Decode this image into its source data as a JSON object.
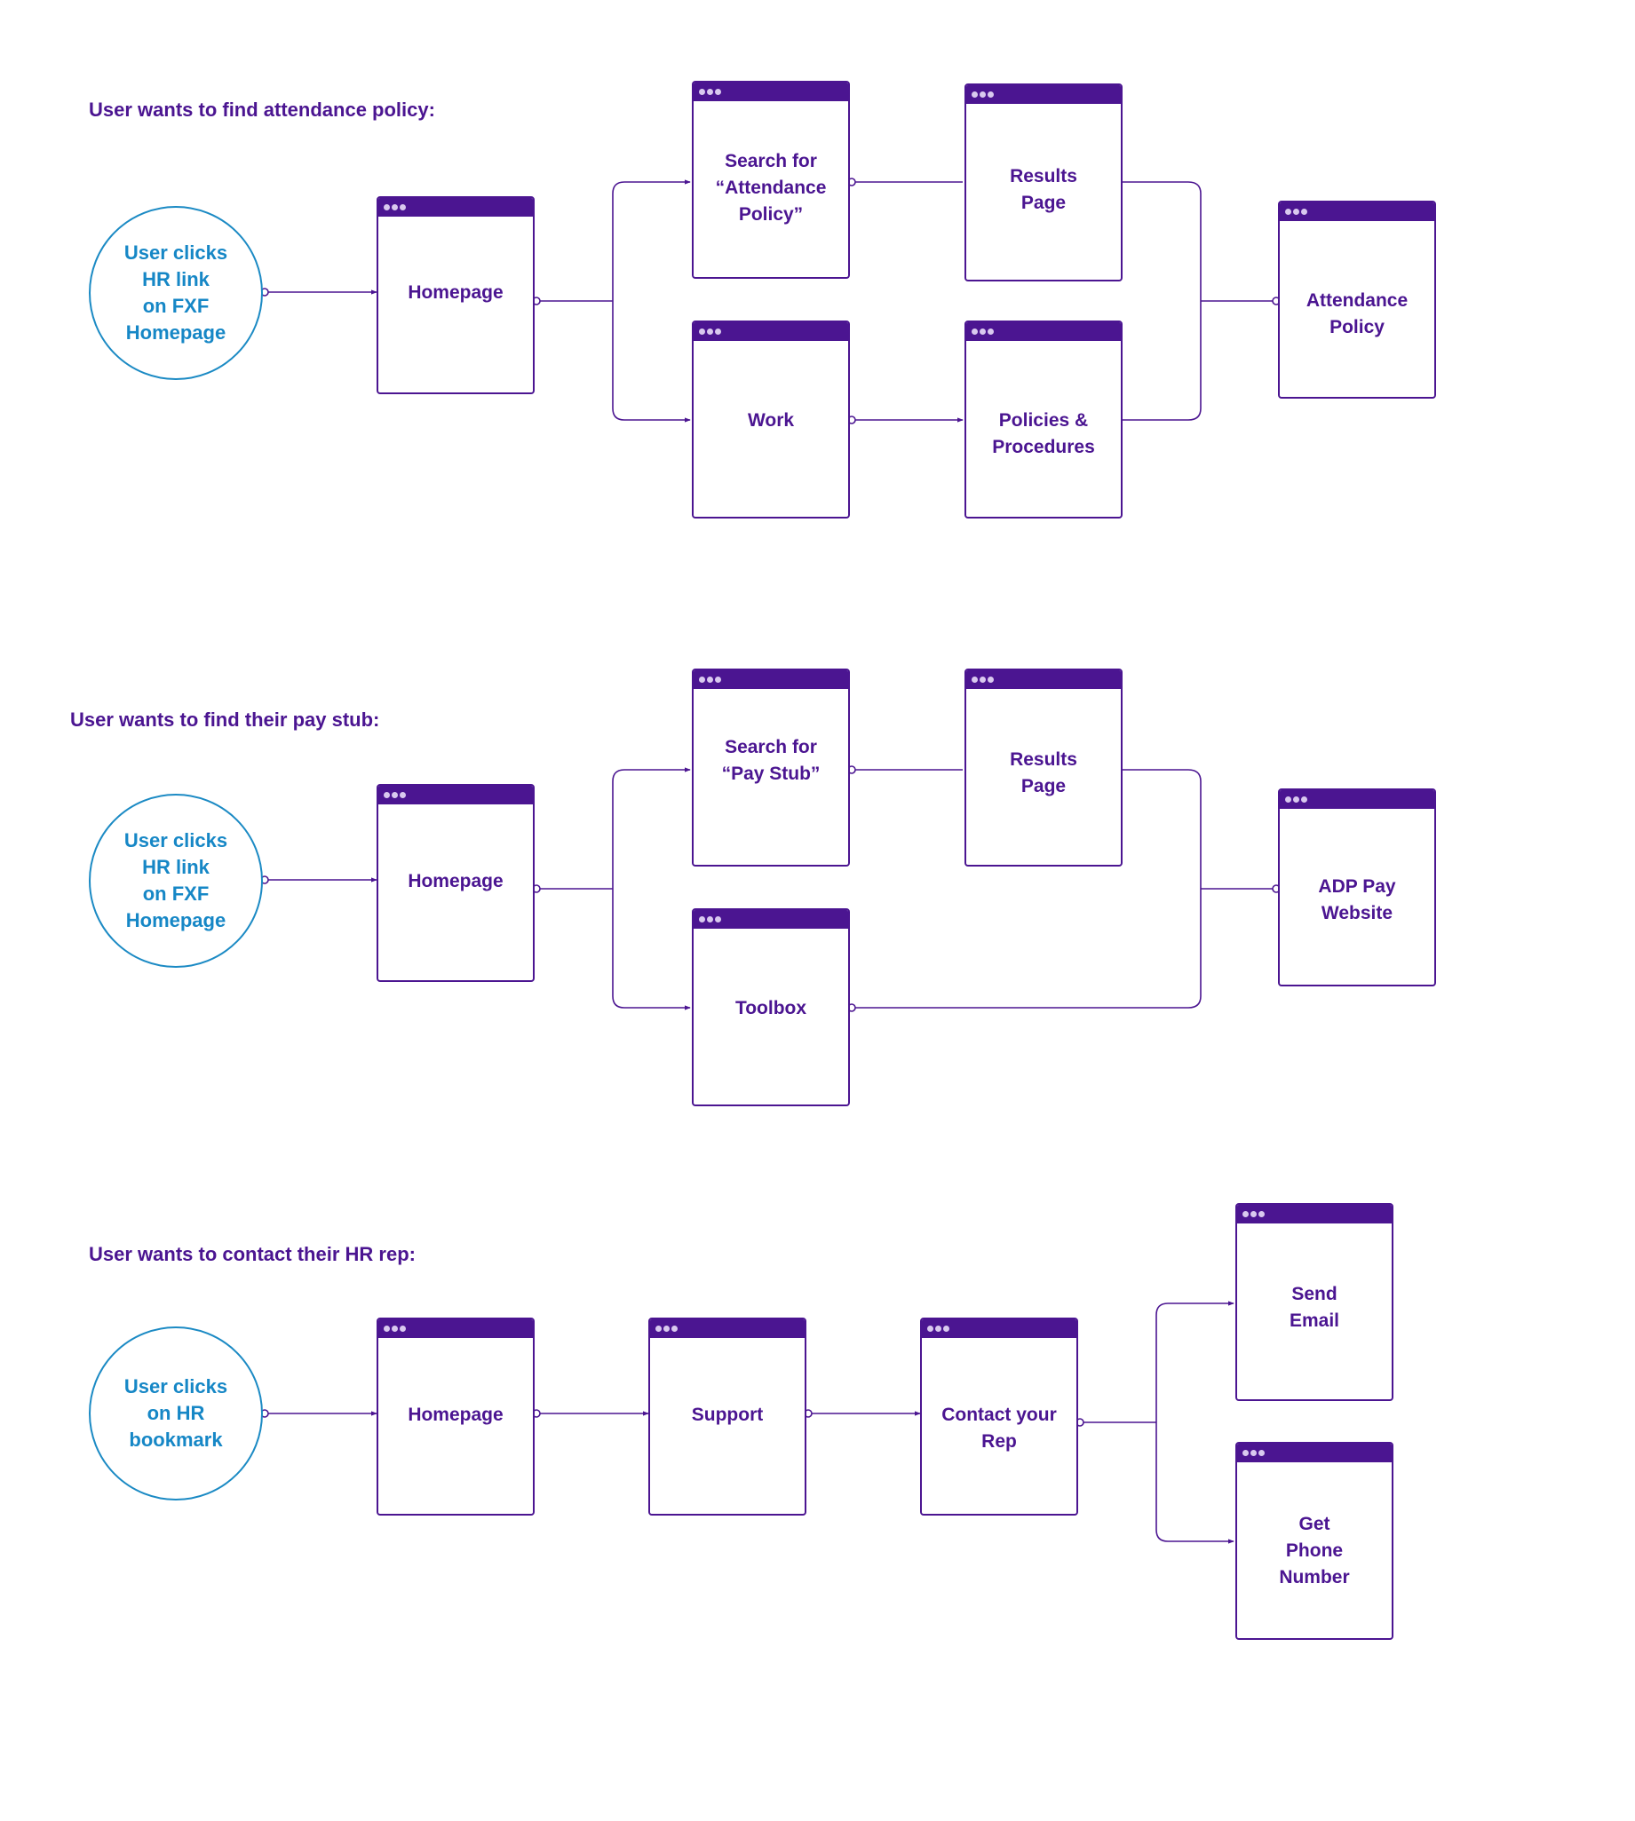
{
  "colors": {
    "purple": "#4b1591",
    "blue": "#1687c6",
    "dots": "#d9c9ef"
  },
  "flows": [
    {
      "title": "User wants to find attendance policy:",
      "start": "User clicks\nHR link\non FXF\nHomepage",
      "pages": {
        "homepage": "Homepage",
        "search": "Search for\n“Attendance\nPolicy”",
        "results": "Results\nPage",
        "work": "Work",
        "policies": "Policies &\nProcedures",
        "destination": "Attendance\nPolicy"
      }
    },
    {
      "title": "User wants to find their pay stub:",
      "start": "User clicks\nHR link\non FXF\nHomepage",
      "pages": {
        "homepage": "Homepage",
        "search": "Search for\n“Pay Stub”",
        "results": "Results\nPage",
        "toolbox": "Toolbox",
        "destination": "ADP Pay\nWebsite"
      }
    },
    {
      "title": "User wants to contact their HR rep:",
      "start": "User clicks\non HR\nbookmark",
      "pages": {
        "homepage": "Homepage",
        "support": "Support",
        "contact": "Contact your\nRep",
        "email": "Send\nEmail",
        "phone": "Get\nPhone\nNumber"
      }
    }
  ]
}
